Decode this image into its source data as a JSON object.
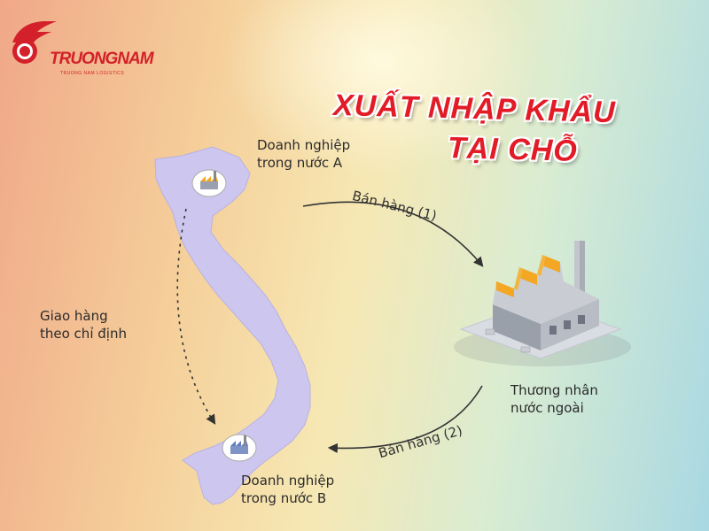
{
  "brand": {
    "name": "TRUONGNAM",
    "tagline": "TRUONG NAM LOGISTICS"
  },
  "title": {
    "line1": "Xuất nhập khẩu",
    "line2": "tại chỗ"
  },
  "nodes": {
    "company_a": {
      "line1": "Doanh nghiệp",
      "line2": "trong nước A"
    },
    "company_b": {
      "line1": "Doanh nghiệp",
      "line2": "trong nước B"
    },
    "foreign_trader": {
      "line1": "Thương nhân",
      "line2": "nước ngoài"
    }
  },
  "edges": {
    "sale_1": "Bán hàng (1)",
    "sale_2": "Bán hàng (2)",
    "delivery": {
      "line1": "Giao hàng",
      "line2": "theo chỉ định"
    }
  },
  "colors": {
    "accent_red": "#e21b26",
    "map_fill": "#cdc6ee",
    "factory_roof": "#f4a722",
    "arrow": "#333333"
  },
  "icons": [
    "factory-icon-a",
    "factory-icon-b",
    "factory-illustration",
    "logo-emblem-icon"
  ]
}
